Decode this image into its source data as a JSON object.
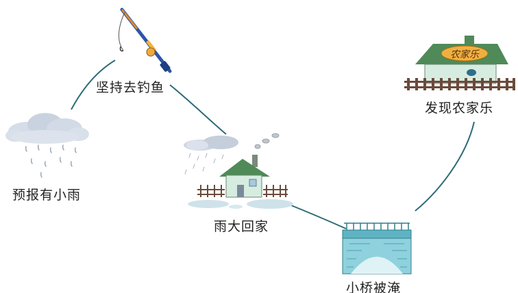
{
  "labels": {
    "forecast": "预报有小雨",
    "fishing": "坚持去钓鱼",
    "home": "雨大回家",
    "bridge": "小桥被淹",
    "farm": "发现农家乐"
  },
  "farm_sign": "农家乐",
  "colors": {
    "line": "#2d6b78",
    "cloud": "#cfd8e3",
    "roof_green": "#4f8a58",
    "bridge_teal": "#5fb3c3",
    "fence": "#6b4a3a"
  }
}
